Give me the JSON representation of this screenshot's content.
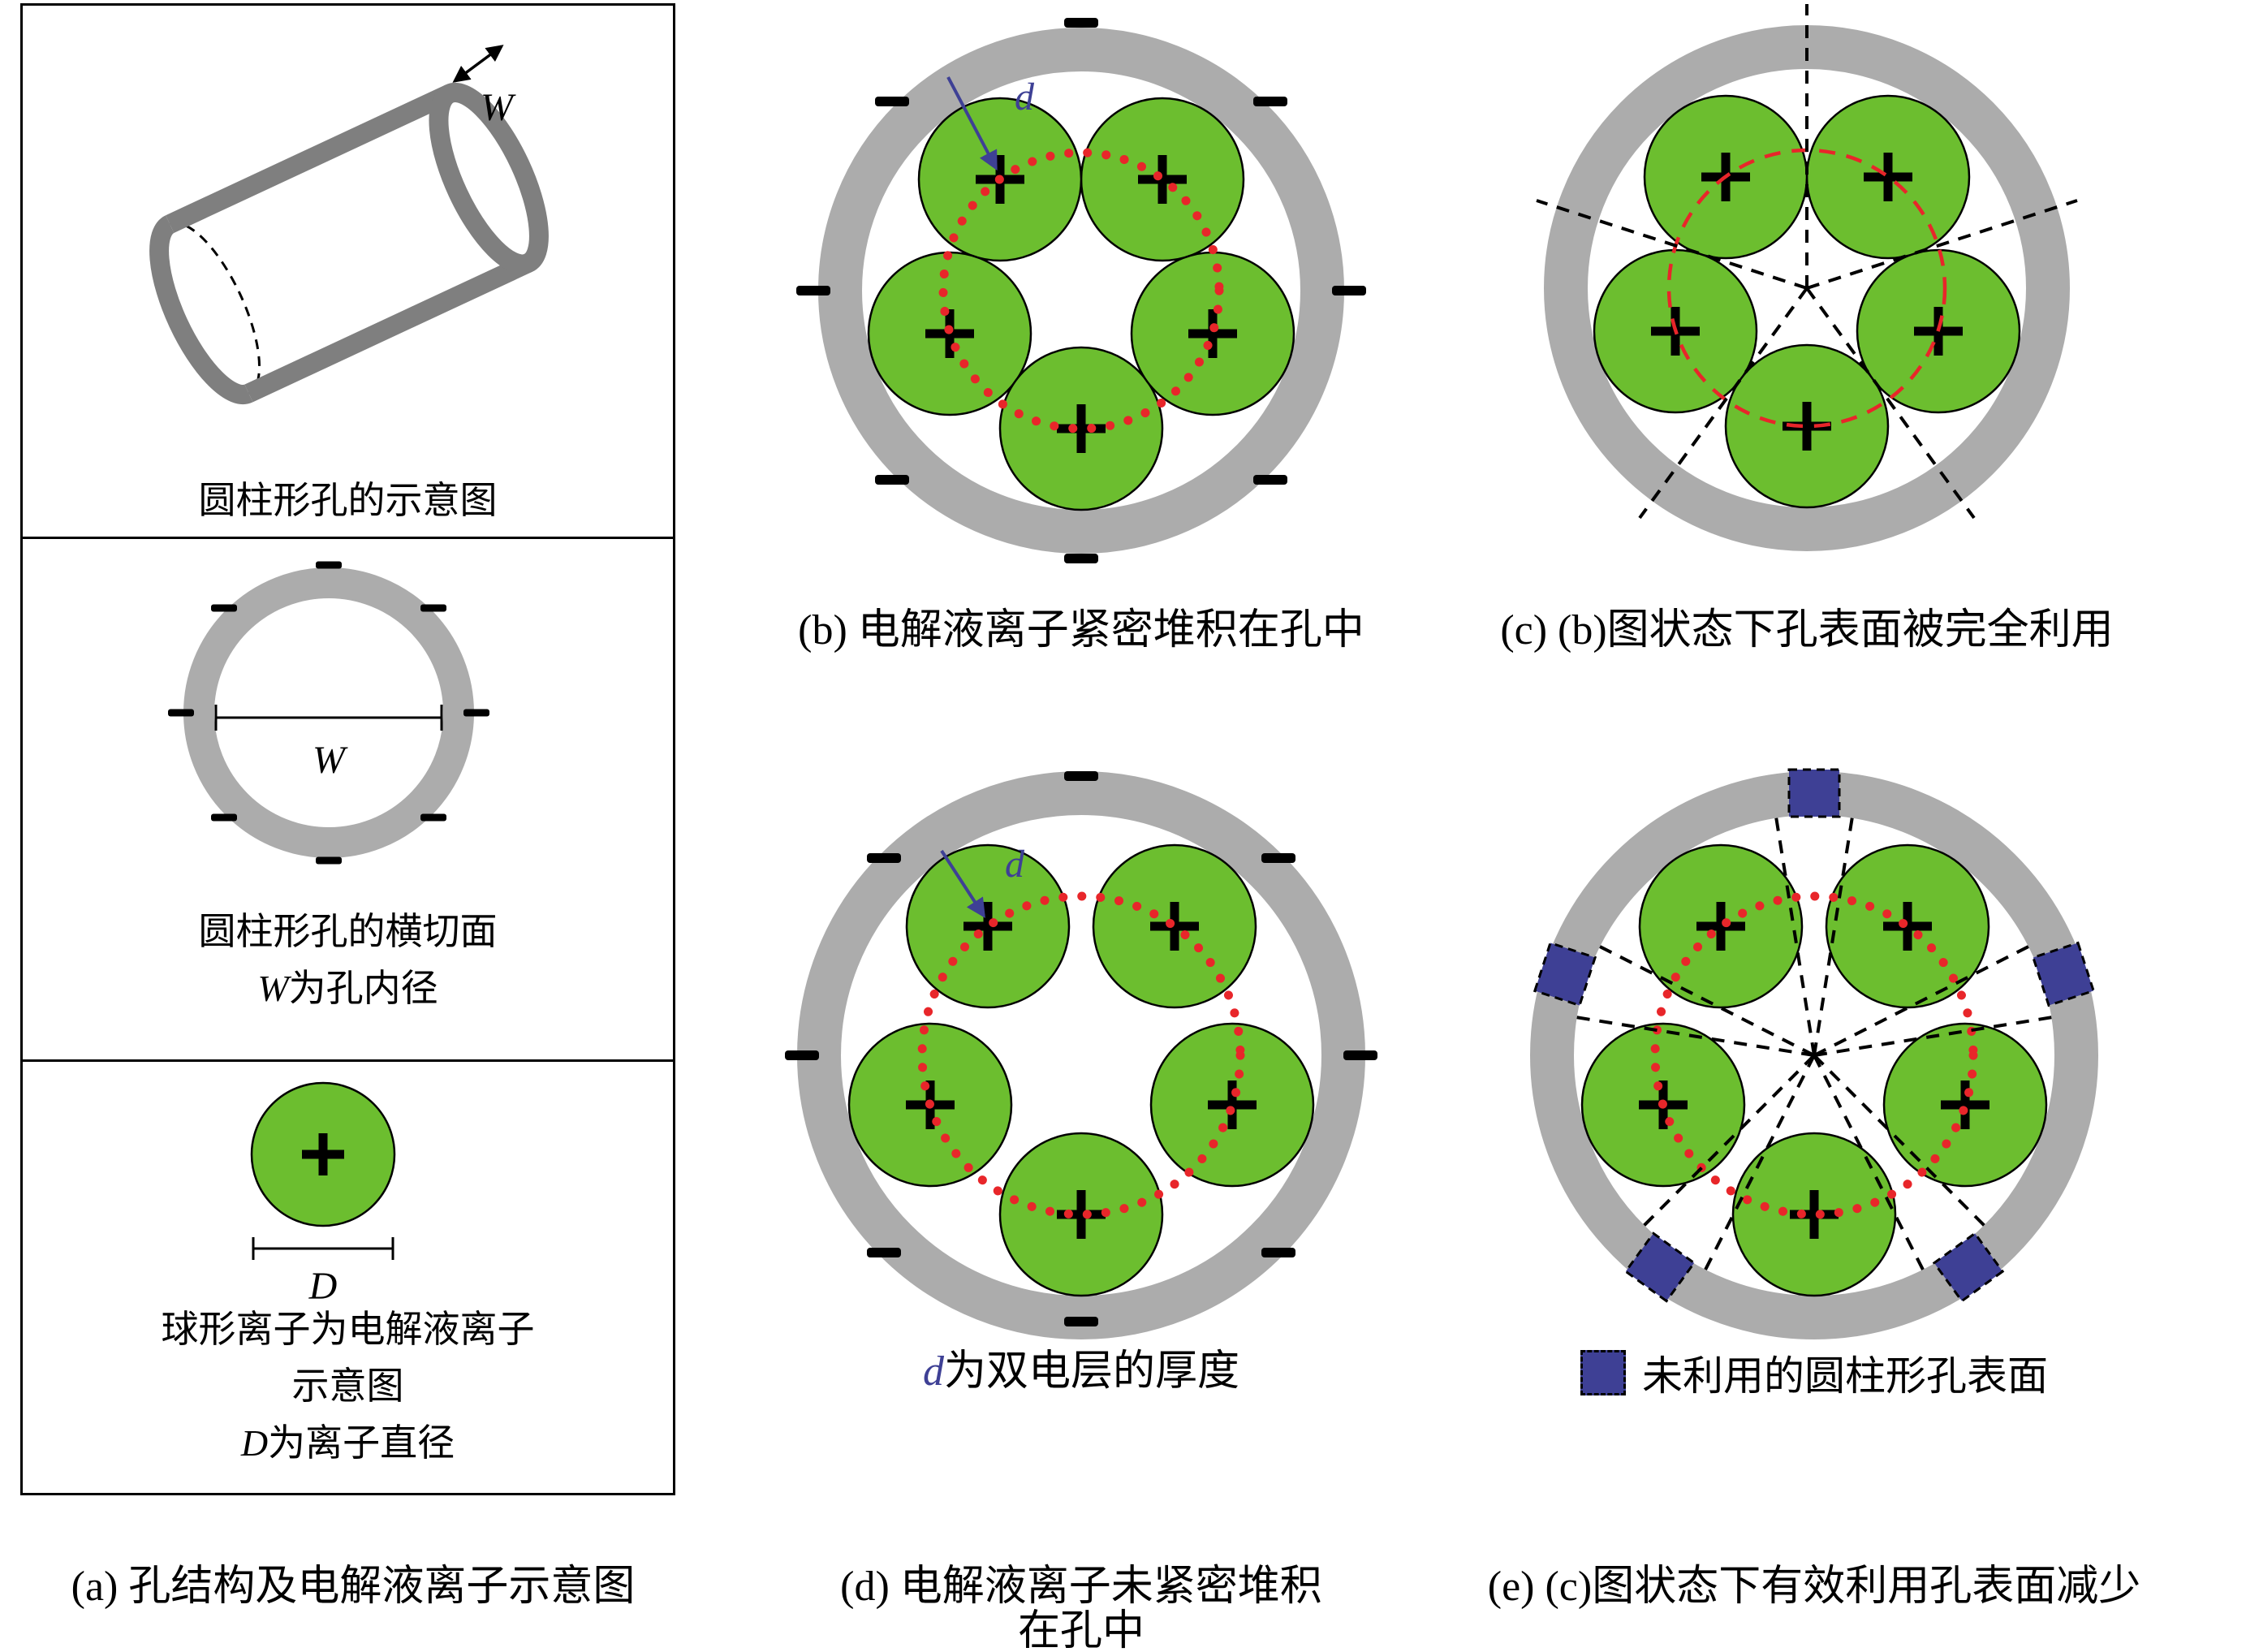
{
  "colors": {
    "ion_green": "#6CBE2F",
    "pore_gray": "#ACACAC",
    "cylinder_gray": "#7F7F7F",
    "marker_red": "#E8262A",
    "accent_blue": "#3E4095"
  },
  "panel_a": {
    "cylinder_caption": "圆柱形孔的示意图",
    "cylinder_width_label": "W",
    "cross_section": {
      "caption_line1": "圆柱形孔的横切面",
      "caption_line2_var": "W",
      "caption_line2_rest": "为孔内径",
      "width_label": "W"
    },
    "ion": {
      "caption_line1": "球形离子为电解液离子",
      "caption_line2": "示意图",
      "caption_line3_var": "D",
      "caption_line3_rest": "为离子直径",
      "diameter_label": "D"
    },
    "caption": "(a) 孔结构及电解液离子示意图"
  },
  "panel_b": {
    "d_label": "d",
    "caption": "(b) 电解液离子紧密堆积在孔中"
  },
  "panel_c": {
    "caption": "(c) (b)图状态下孔表面被完全利用"
  },
  "panel_d": {
    "d_label": "d",
    "thickness_caption_var": "d",
    "thickness_caption_rest": "为双电层的厚度",
    "caption_line1": "(d) 电解液离子未紧密堆积",
    "caption_line2": "在孔中"
  },
  "panel_e": {
    "legend_label": "未利用的圆柱形孔表面",
    "caption": "(e) (c)图状态下有效利用孔表面减少"
  }
}
